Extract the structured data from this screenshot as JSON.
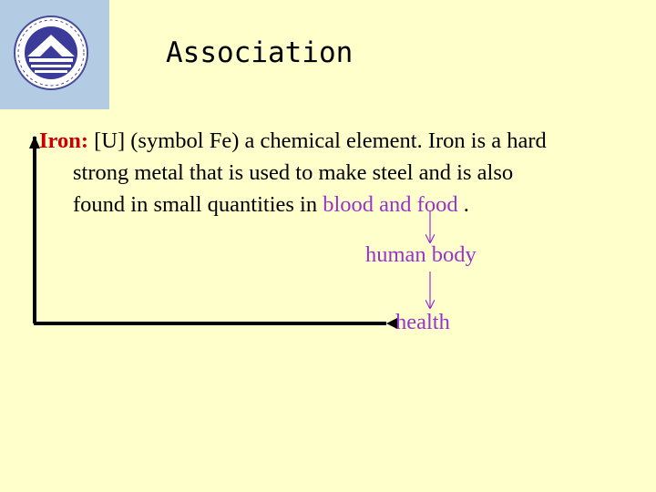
{
  "header": {
    "title": "Association"
  },
  "definition": {
    "term": "Iron:",
    "line1_rest": " [U] (symbol Fe) a chemical element. Iron is a hard",
    "line2": "strong metal that is used to make steel and is also",
    "line3_pre": "found in small quantities in ",
    "line3_highlight": "blood and food",
    "line3_post": " ."
  },
  "flow": {
    "node1": "human body",
    "node2": "health"
  },
  "colors": {
    "background": "#ffffcc",
    "term": "#cc0000",
    "highlight": "#9933cc",
    "logo_bg": "#b3cbe3"
  }
}
